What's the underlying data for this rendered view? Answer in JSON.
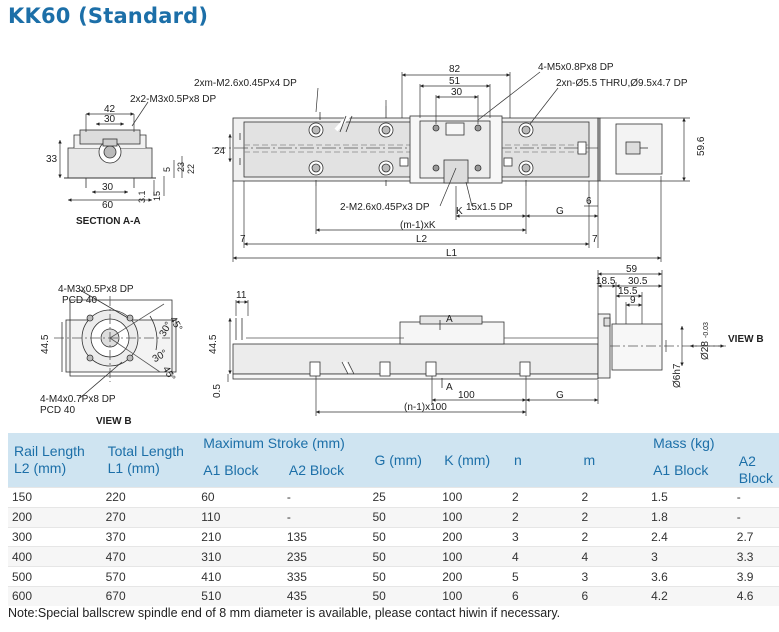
{
  "title": "KK60 (Standard)",
  "note": "Note:Special ballscrew spindle end of 8 mm diameter is available, please contact hiwin if necessary.",
  "drawing_labels": {
    "section_title": "SECTION A-A",
    "view_title": "VIEW B",
    "view_arrow": "VIEW B",
    "section_marker_top": "A",
    "section_marker_bottom": "A",
    "callout_2xm": "2xm-M2.6x0.45Px4 DP",
    "callout_2x2": "2x2-M3x0.5Px8 DP",
    "callout_4m5": "4-M5x0.8Px8 DP",
    "callout_2xn": "2xn-Ø5.5 THRU,Ø9.5x4.7 DP",
    "callout_2m26": "2-M2.6x0.45Px3 DP",
    "callout_15x15": "15x1.5 DP",
    "callout_4m3": "4-M3x0.5Px8 DP",
    "callout_pcd_top": "PCD 40",
    "callout_4m4": "4-M4x0.7Px8 DP",
    "callout_pcd_bottom": "PCD 40",
    "dim_82": "82",
    "dim_51": "51",
    "dim_30_top": "30",
    "dim_24": "24",
    "dim_59_6": "59.6",
    "dim_K": "K",
    "dim_G_top": "G",
    "dim_6": "6",
    "dim_m1K": "(m-1)xK",
    "dim_L2": "L2",
    "dim_L1": "L1",
    "dim_7_left": "7",
    "dim_7_right": "7",
    "dim_42": "42",
    "dim_30_sec": "30",
    "dim_33": "33",
    "dim_30_sec_b": "30",
    "dim_60_sec": "60",
    "dim_15": "15",
    "dim_31": "3.1",
    "dim_5": "5",
    "dim_23": "23",
    "dim_22": "22",
    "dim_44_5_view": "44.5",
    "dim_45_a": "45°",
    "dim_30_a": "30°",
    "dim_30_b": "30°",
    "dim_45_b": "45°",
    "dim_11": "11",
    "dim_44_5_side": "44.5",
    "dim_0_5": "0.5",
    "dim_100": "100",
    "dim_G_side": "G",
    "dim_n1_100": "(n-1)x100",
    "dim_59": "59",
    "dim_18_5": "18.5",
    "dim_30_5": "30.5",
    "dim_15_5": "15.5",
    "dim_9": "9",
    "dim_phi28": "Ø28",
    "dim_phi28_tol": "-0.03",
    "dim_phi6": "Ø6h7"
  },
  "table": {
    "headers": {
      "rail_length": "Rail Length",
      "rail_length_unit": "L2 (mm)",
      "total_length": "Total Length",
      "total_length_unit": "L1 (mm)",
      "max_stroke": "Maximum  Stroke (mm)",
      "a1_block": "A1 Block",
      "a2_block": "A2 Block",
      "g": "G (mm)",
      "k": "K (mm)",
      "n": "n",
      "m": "m",
      "mass": "Mass (kg)",
      "mass_a1": "A1 Block",
      "mass_a2": "A2 Block"
    },
    "rows": [
      [
        "150",
        "220",
        "60",
        "-",
        "25",
        "100",
        "2",
        "2",
        "1.5",
        "-"
      ],
      [
        "200",
        "270",
        "110",
        "-",
        "50",
        "100",
        "2",
        "2",
        "1.8",
        "-"
      ],
      [
        "300",
        "370",
        "210",
        "135",
        "50",
        "200",
        "3",
        "2",
        "2.4",
        "2.7"
      ],
      [
        "400",
        "470",
        "310",
        "235",
        "50",
        "100",
        "4",
        "4",
        "3",
        "3.3"
      ],
      [
        "500",
        "570",
        "410",
        "335",
        "50",
        "200",
        "5",
        "3",
        "3.6",
        "3.9"
      ],
      [
        "600",
        "670",
        "510",
        "435",
        "50",
        "100",
        "6",
        "6",
        "4.2",
        "4.6"
      ]
    ]
  }
}
